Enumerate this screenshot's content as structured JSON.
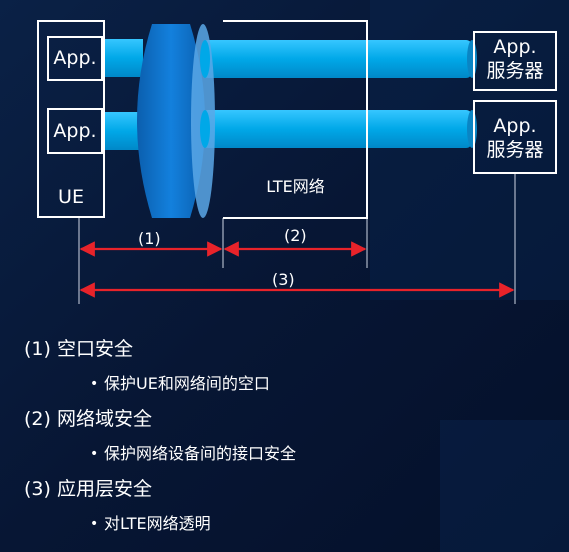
{
  "diagram": {
    "ue_label": "UE",
    "app_top_label": "App.",
    "app_bottom_label": "App.",
    "lte_label": "LTE网络",
    "server_top_line1": "App.",
    "server_top_line2": "服务器",
    "server_bottom_line1": "App.",
    "server_bottom_line2": "服务器",
    "arrow1_label": "(1)",
    "arrow2_label": "(2)",
    "arrow3_label": "(3)"
  },
  "list": {
    "item1_title": "(1) 空口安全",
    "item1_sub": "保护UE和网络间的空口",
    "item2_title": "(2) 网络域安全",
    "item2_sub": "保护网络设备间的接口安全",
    "item3_title": "(3) 应用层安全",
    "item3_sub": "对LTE网络透明",
    "bullet_char": "•"
  },
  "colors": {
    "background": "#071634",
    "pipe": "#00a8e8",
    "disk": "#0f6fc8",
    "arrow": "#e8232a",
    "outline": "#ffffff"
  }
}
